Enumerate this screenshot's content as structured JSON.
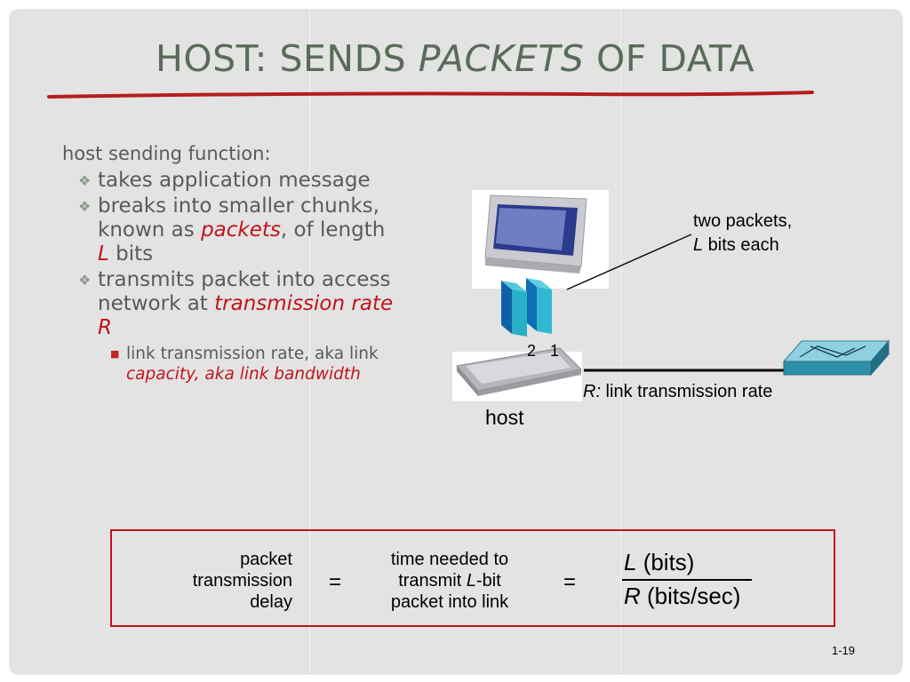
{
  "slide": {
    "title_part1": "HOST: SENDS ",
    "title_part2": "PACKETS",
    "title_part3": " OF DATA",
    "page_number": "1-19"
  },
  "bullets": {
    "heading": "host sending function:",
    "item1": "takes application message",
    "item2_a": "breaks into smaller chunks, known as ",
    "item2_b": "packets",
    "item2_c": ", of length ",
    "item2_d": "L",
    "item2_e": " bits",
    "item3_a": "transmits packet into access network at ",
    "item3_b": "transmission rate R",
    "sub_a": "link transmission rate, aka link ",
    "sub_b": "capacity, aka link bandwidth"
  },
  "diagram": {
    "packets_label_1": "two packets,",
    "packets_label_2_var": "L",
    "packets_label_2_rest": " bits each",
    "packet_num_2": "2",
    "packet_num_1": "1",
    "host_label": "host",
    "rate_var": "R:",
    "rate_label": " link transmission rate"
  },
  "formula": {
    "lhs_1": "packet",
    "lhs_2": "transmission",
    "lhs_3": "delay",
    "eq1": "=",
    "mid_1": "time needed to",
    "mid_2a": "transmit ",
    "mid_2b": "L",
    "mid_2c": "-bit",
    "mid_3": "packet into link",
    "eq2": "=",
    "num_var": "L",
    "num_unit": " (bits)",
    "den_var": "R",
    "den_unit": " (bits/sec)"
  }
}
